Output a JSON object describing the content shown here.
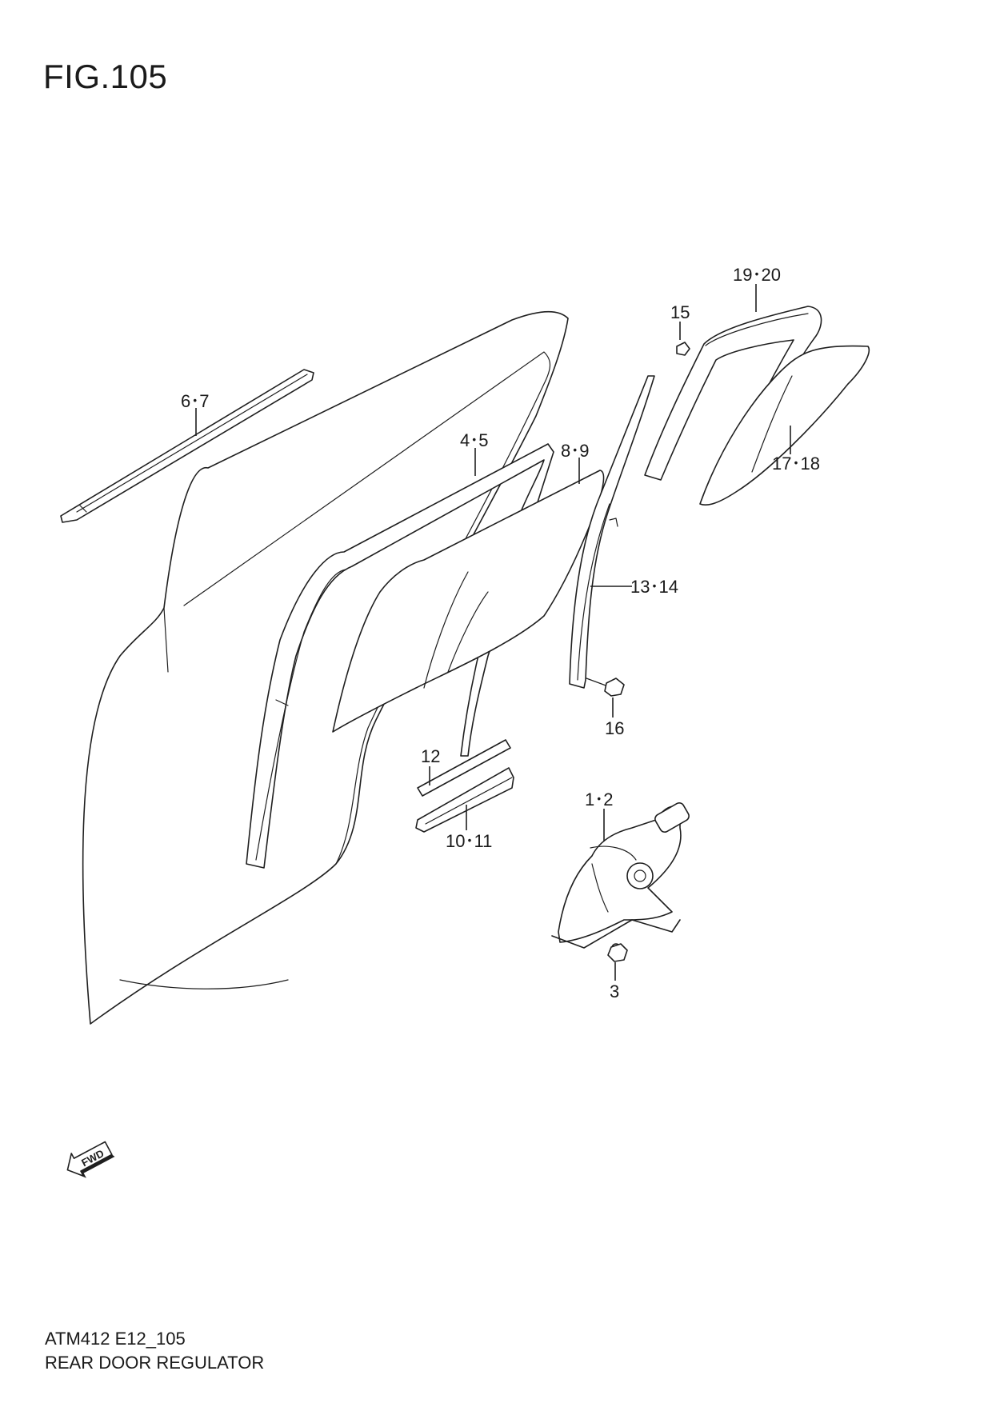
{
  "figure": {
    "title": "FIG.105"
  },
  "callouts": [
    {
      "id": "c-6-7",
      "text": "6･7"
    },
    {
      "id": "c-4-5",
      "text": "4･5"
    },
    {
      "id": "c-8-9",
      "text": "8･9"
    },
    {
      "id": "c-15",
      "text": "15"
    },
    {
      "id": "c-19-20",
      "text": "19･20"
    },
    {
      "id": "c-17-18",
      "text": "17･18"
    },
    {
      "id": "c-13-14",
      "text": "13･14"
    },
    {
      "id": "c-16",
      "text": "16"
    },
    {
      "id": "c-12",
      "text": "12"
    },
    {
      "id": "c-10-11",
      "text": "10･11"
    },
    {
      "id": "c-1-2",
      "text": "1･2"
    },
    {
      "id": "c-3",
      "text": "3"
    }
  ],
  "fwd_badge": {
    "text": "FWD",
    "icon": "fwd-arrow-icon"
  },
  "footer": {
    "code": "ATM412 E12_105",
    "title": "REAR DOOR REGULATOR"
  }
}
